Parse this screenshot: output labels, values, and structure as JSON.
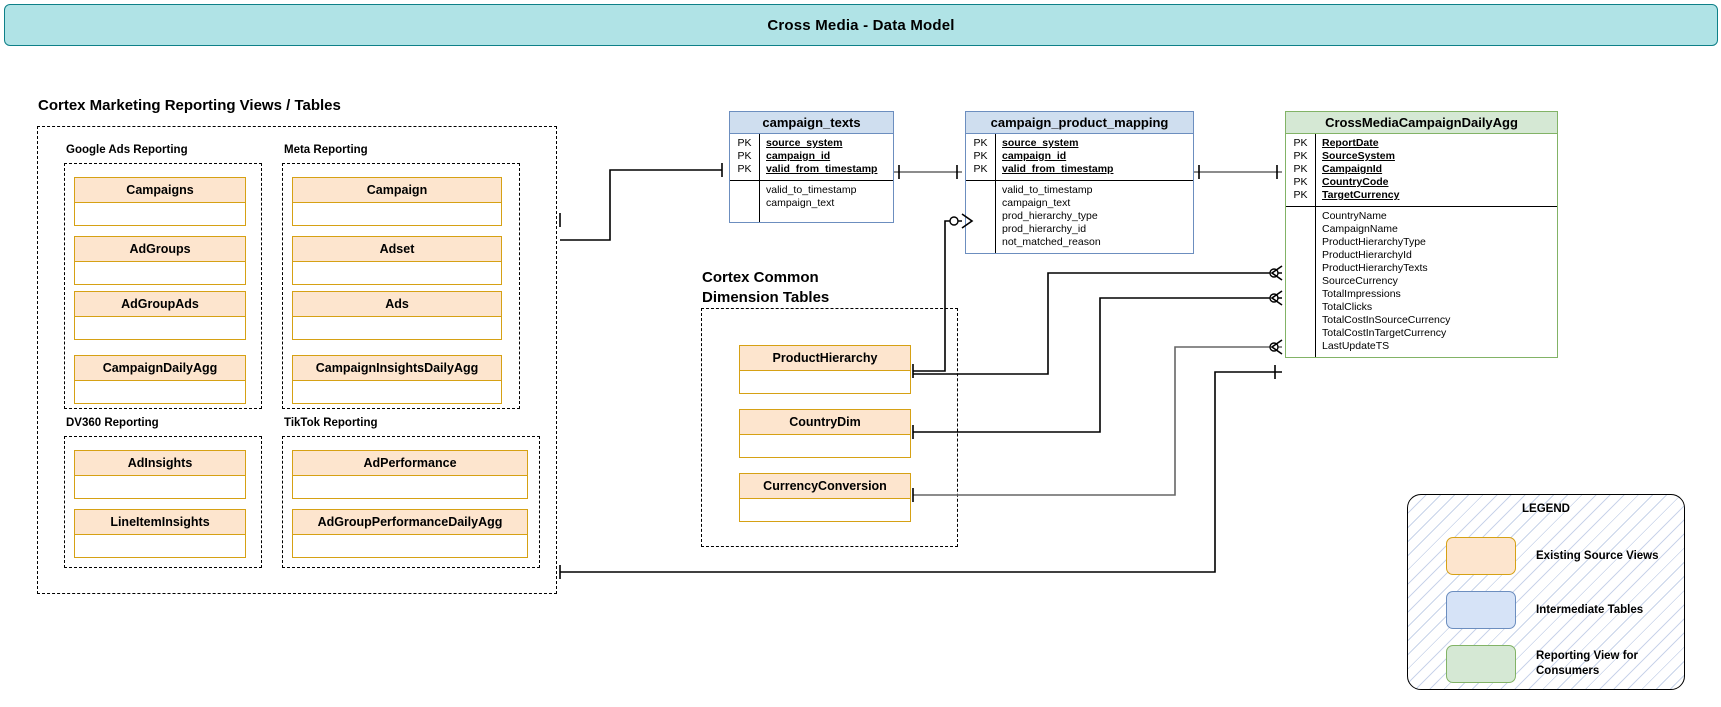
{
  "header": {
    "title": "Cross Media - Data Model"
  },
  "sections": {
    "left_panel_title": "Cortex Marketing Reporting Views / Tables",
    "dimension_panel_title": "Cortex Common\nDimension Tables"
  },
  "groups": [
    {
      "label": "Google Ads Reporting",
      "tables": [
        "Campaigns",
        "AdGroups",
        "AdGroupAds",
        "CampaignDailyAgg"
      ]
    },
    {
      "label": "Meta Reporting",
      "tables": [
        "Campaign",
        "Adset",
        "Ads",
        "CampaignInsightsDailyAgg"
      ]
    },
    {
      "label": "DV360 Reporting",
      "tables": [
        "AdInsights",
        "LineItemInsights"
      ]
    },
    {
      "label": "TikTok Reporting",
      "tables": [
        "AdPerformance",
        "AdGroupPerformanceDailyAgg"
      ]
    }
  ],
  "dimension_tables": [
    "ProductHierarchy",
    "CountryDim",
    "CurrencyConversion"
  ],
  "entities": {
    "campaign_texts": {
      "name": "campaign_texts",
      "keys": [
        "PK",
        "PK",
        "PK"
      ],
      "key_fields": [
        "source_system",
        "campaign_id",
        "valid_from_timestamp"
      ],
      "attributes": [
        "valid_to_timestamp",
        "campaign_text"
      ]
    },
    "campaign_product_mapping": {
      "name": "campaign_product_mapping",
      "keys": [
        "PK",
        "PK",
        "PK"
      ],
      "key_fields": [
        "source_system",
        "campaign_id",
        "valid_from_timestamp"
      ],
      "attributes": [
        "valid_to_timestamp",
        "campaign_text",
        "prod_hierarchy_type",
        "prod_hierarchy_id",
        "not_matched_reason"
      ]
    },
    "cross_media_campaign_daily_agg": {
      "name": "CrossMediaCampaignDailyAgg",
      "keys": [
        "PK",
        "PK",
        "PK",
        "PK",
        "PK"
      ],
      "key_fields": [
        "ReportDate",
        "SourceSystem",
        "CampaignId",
        "CountryCode",
        "TargetCurrency"
      ],
      "attributes": [
        "CountryName",
        "CampaignName",
        "ProductHierarchyType",
        "ProductHierarchyId",
        "ProductHierarchyTexts",
        "SourceCurrency",
        "TotalImpressions",
        "TotalClicks",
        "TotalCostInSourceCurrency",
        "TotalCostInTargetCurrency",
        "LastUpdateTS"
      ]
    }
  },
  "legend": {
    "title": "LEGEND",
    "items": [
      {
        "label": "Existing Source Views",
        "color": "#fde5ce"
      },
      {
        "label": "Intermediate Tables",
        "color": "#d6e3f7"
      },
      {
        "label": "Reporting View for\nConsumers",
        "color": "#d5e8d4"
      }
    ]
  },
  "colors": {
    "banner": "#b0e3e6",
    "banner_border": "#0e8088",
    "source_fill": "#fde5ce",
    "source_border": "#d6a114",
    "intermediate_fill": "#cfdeef",
    "intermediate_border": "#6c8ebf",
    "reporting_fill": "#d5e8d4",
    "reporting_border": "#82b366"
  }
}
